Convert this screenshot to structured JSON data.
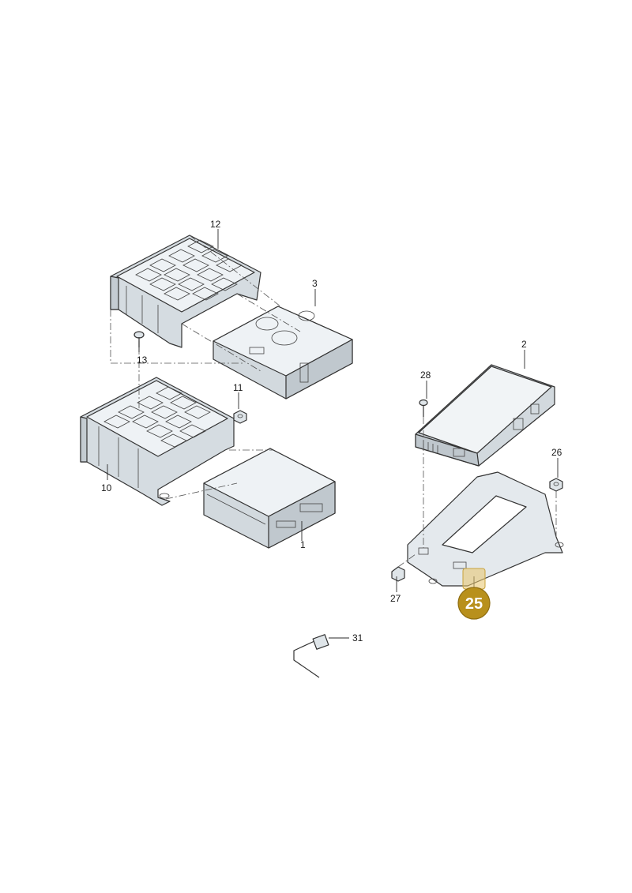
{
  "labels": {
    "p1": "1",
    "p2": "2",
    "p3": "3",
    "p10": "10",
    "p11": "11",
    "p12": "12",
    "p13": "13",
    "p26": "26",
    "p27": "27",
    "p28": "28",
    "p31": "31"
  },
  "callout": {
    "number": "25"
  },
  "colors": {
    "part_fill": "#e9eef1",
    "part_top": "#f4f7f9",
    "part_side": "#cfd6db",
    "callout_fill": "#b8901c",
    "callout_highlight": "#e7c46a"
  }
}
